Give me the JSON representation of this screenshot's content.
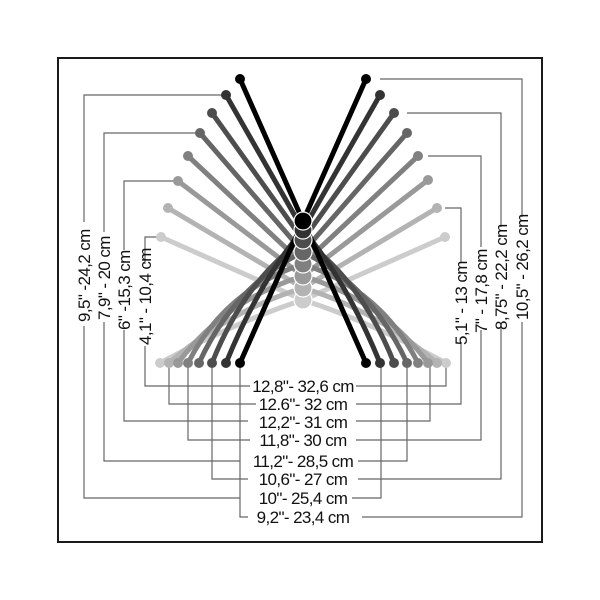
{
  "diagram": {
    "type": "knitting-needle-size-guide",
    "colors": {
      "frame": "#1a1a1a",
      "leader_line": "#555555",
      "needle_shades": [
        "#000000",
        "#333333",
        "#4d4d4d",
        "#666666",
        "#808080",
        "#999999",
        "#b3b3b3",
        "#cccccc"
      ]
    },
    "left_labels": [
      {
        "text": "9,5\" -24,2 cm"
      },
      {
        "text": "7,9\" - 20 cm"
      },
      {
        "text": "6\" -15,3 cm"
      },
      {
        "text": "4,1\" - 10,4 cm"
      }
    ],
    "right_labels": [
      {
        "text": "5,1\" - 13 cm"
      },
      {
        "text": "7\" - 17,8 cm"
      },
      {
        "text": "8,75\" - 22,2 cm"
      },
      {
        "text": "10,5\" - 26,2 cm"
      }
    ],
    "bottom_labels": [
      {
        "text": "12,8\"- 32,6 cm"
      },
      {
        "text": "12.6\"- 32 cm"
      },
      {
        "text": "12,2\"- 31 cm"
      },
      {
        "text": "11,8\"- 30 cm"
      },
      {
        "text": "11,2\"- 28,5 cm"
      },
      {
        "text": "10,6\"- 27 cm"
      },
      {
        "text": "10\"- 25,4 cm"
      },
      {
        "text": "9,2\"- 23,4 cm"
      }
    ]
  }
}
